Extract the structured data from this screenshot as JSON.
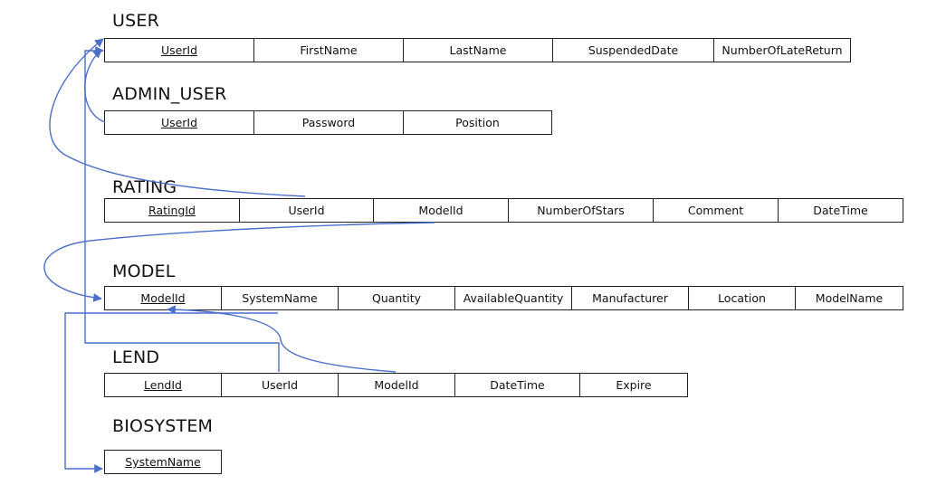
{
  "tables": {
    "user": {
      "title": "USER",
      "columns": [
        {
          "label": "UserId",
          "pk": true
        },
        {
          "label": "FirstName",
          "pk": false
        },
        {
          "label": "LastName",
          "pk": false
        },
        {
          "label": "SuspendedDate",
          "pk": false
        },
        {
          "label": "NumberOfLateReturn",
          "pk": false
        }
      ]
    },
    "admin_user": {
      "title": "ADMIN_USER",
      "columns": [
        {
          "label": "UserId",
          "pk": true
        },
        {
          "label": "Password",
          "pk": false
        },
        {
          "label": "Position",
          "pk": false
        }
      ]
    },
    "rating": {
      "title": "RATING",
      "columns": [
        {
          "label": "RatingId",
          "pk": true
        },
        {
          "label": "UserId",
          "pk": false
        },
        {
          "label": "ModelId",
          "pk": false
        },
        {
          "label": "NumberOfStars",
          "pk": false
        },
        {
          "label": "Comment",
          "pk": false
        },
        {
          "label": "DateTime",
          "pk": false
        }
      ]
    },
    "model": {
      "title": "MODEL",
      "columns": [
        {
          "label": "ModelId",
          "pk": true
        },
        {
          "label": "SystemName",
          "pk": false
        },
        {
          "label": "Quantity",
          "pk": false
        },
        {
          "label": "AvailableQuantity",
          "pk": false
        },
        {
          "label": "Manufacturer",
          "pk": false
        },
        {
          "label": "Location",
          "pk": false
        },
        {
          "label": "ModelName",
          "pk": false
        }
      ]
    },
    "lend": {
      "title": "LEND",
      "columns": [
        {
          "label": "LendId",
          "pk": true
        },
        {
          "label": "UserId",
          "pk": false
        },
        {
          "label": "ModelId",
          "pk": false
        },
        {
          "label": "DateTime",
          "pk": false
        },
        {
          "label": "Expire",
          "pk": false
        }
      ]
    },
    "biosystem": {
      "title": "BIOSYSTEM",
      "columns": [
        {
          "label": "SystemName",
          "pk": true
        }
      ]
    }
  },
  "colors": {
    "line": "#4a6fc8",
    "border": "#222222"
  }
}
